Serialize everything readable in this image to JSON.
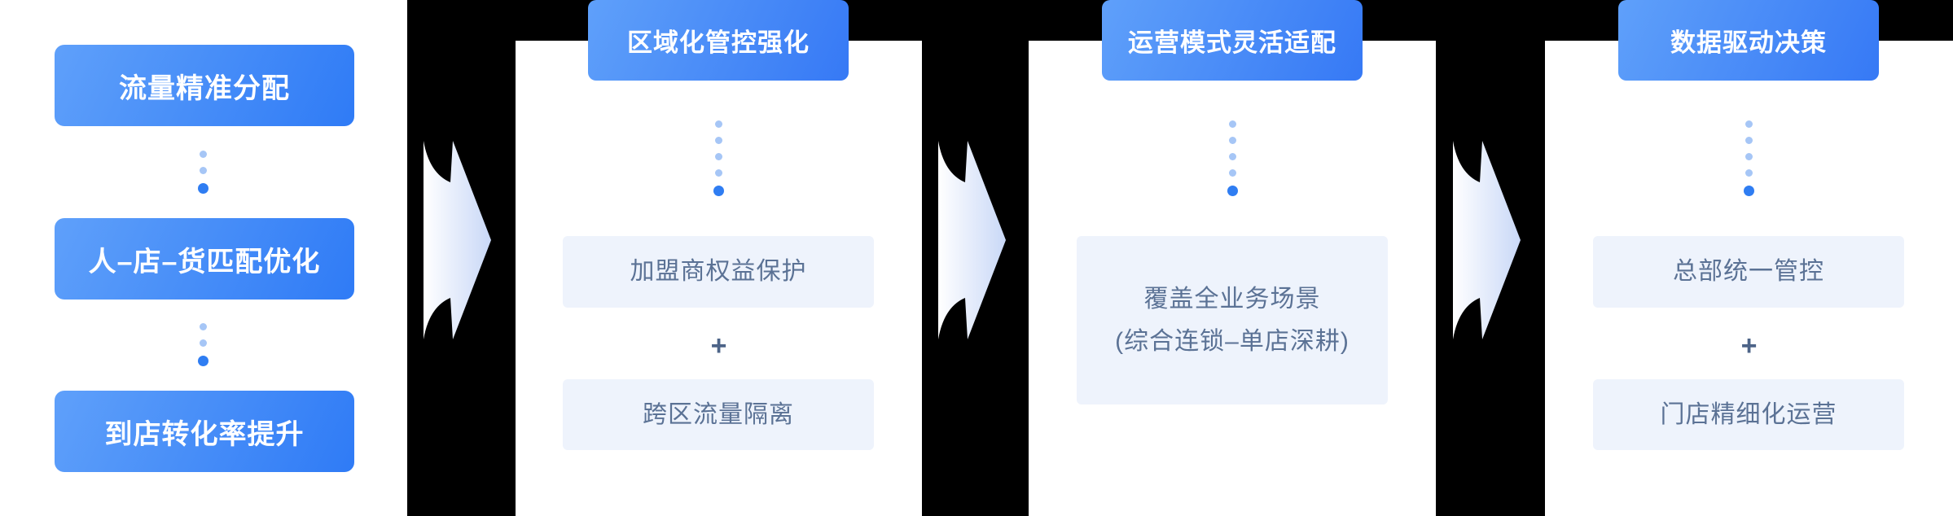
{
  "left_panel": {
    "steps": [
      {
        "label": "流量精准分配"
      },
      {
        "label": "人–店–货匹配优化"
      },
      {
        "label": "到店转化率提升"
      }
    ]
  },
  "cards": [
    {
      "header": "区域化管控强化",
      "top_box": "加盟商权益保护",
      "plus": "+",
      "bottom_box": "跨区流量隔离"
    },
    {
      "header": "运营模式灵活适配",
      "box_lines": [
        "覆盖全业务场景",
        "(综合连锁–单店深耕)"
      ]
    },
    {
      "header": "数据驱动决策",
      "top_box": "总部统一管控",
      "plus": "+",
      "bottom_box": "门店精细化运营"
    }
  ],
  "colors": {
    "background": "#000000",
    "panel_background": "#FFFFFF",
    "accent_gradient_start": "#5FA0FA",
    "accent_gradient_end": "#2F7BF6",
    "dot_light": "#A6C6F6",
    "dot_dark": "#2F7DF2",
    "content_box_background": "#EEF3FC",
    "content_text": "#5B7295",
    "plus_text": "#4D6488",
    "arrow_gradient_start": "#FFFFFF",
    "arrow_gradient_end": "#C9D8F7"
  }
}
